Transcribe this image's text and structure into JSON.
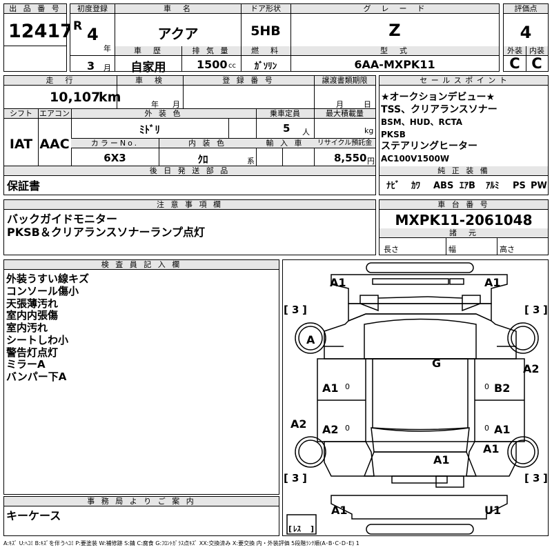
{
  "header": {
    "stock_no": {
      "label": "出 品 番 号",
      "value": "12417"
    },
    "first_reg": {
      "label": "初度登録",
      "era": "R",
      "year": "4",
      "year_unit": "年",
      "month": "3",
      "month_unit": "月"
    },
    "car_name": {
      "label": "車　名",
      "value": "アクア"
    },
    "door": {
      "label": "ドア形状",
      "value": "5HB"
    },
    "grade": {
      "label": "グ　レ　ー　ド",
      "value": "Z"
    },
    "score": {
      "label": "評価点",
      "value": "4"
    },
    "history": {
      "label": "車　歴",
      "value": "自家用"
    },
    "displacement": {
      "label": "排 気 量",
      "value": "1500",
      "unit": "cc"
    },
    "fuel": {
      "label": "燃　料",
      "value": "ｶﾞｿﾘﾝ"
    },
    "model": {
      "label": "型　式",
      "value": "6AA-MXPK11"
    },
    "exterior_grade": {
      "label": "外装",
      "value": "C"
    },
    "interior_grade": {
      "label": "内装",
      "value": "C"
    }
  },
  "info": {
    "mileage": {
      "label": "走　行",
      "value": "10,107",
      "unit": "km"
    },
    "inspection": {
      "label": "車　検",
      "year_unit": "年",
      "month_unit": "月"
    },
    "reg_no": {
      "label": "登 録 番 号"
    },
    "transfer_docs": {
      "label": "譲渡書類期限",
      "month_unit": "月",
      "day_unit": "日"
    },
    "shift": {
      "label": "シフト",
      "value": "IAT"
    },
    "aircon": {
      "label": "エアコン",
      "value": "AAC"
    },
    "ext_color": {
      "label": "外 装 色",
      "value": "ﾐﾄﾞﾘ"
    },
    "capacity": {
      "label": "乗車定員",
      "value": "5",
      "unit": "人"
    },
    "max_load": {
      "label": "最大積載量",
      "unit": "kg"
    },
    "color_no": {
      "label": "カラーNo.",
      "value": "6X3"
    },
    "int_color": {
      "label": "内 装 色",
      "value": "ｸﾛ",
      "unit": "系"
    },
    "import": {
      "label": "輸 入 車"
    },
    "recycle": {
      "label": "リサイクル預託金",
      "value": "8,550",
      "unit": "円"
    },
    "later_parts": {
      "label": "後 日 発 送 部 品",
      "value": "保証書"
    }
  },
  "sales_points": {
    "label": "セ ー ル ス ポ イ ン ト",
    "lines": [
      "★オークションデビュー★",
      "TSS、クリアランスソナー",
      "BSM、HUD、RCTA",
      "PKSB",
      "ステアリングヒーター",
      "AC100V1500W"
    ]
  },
  "equipment": {
    "label": "純 正 装 備",
    "items": [
      "ﾅﾋﾞ",
      "ｶﾜ",
      "ABS",
      "ｴｱB",
      "ｱﾙﾐ",
      "PS",
      "PW"
    ]
  },
  "notes": {
    "label": "注 意 事 項 欄",
    "lines": [
      "バックガイドモニター",
      "PKSB＆クリアランスソナーランプ点灯"
    ]
  },
  "chassis": {
    "label": "車 台 番 号",
    "value": "MXPK11-2061048",
    "spec_label": "諸　元",
    "length": "長さ",
    "width": "幅",
    "height": "高さ"
  },
  "inspector": {
    "label": "検 査 員 記 入 欄",
    "lines": [
      "外装うすい線キズ",
      "コンソール傷小",
      "天張薄汚れ",
      "室内内張傷",
      "室内汚れ",
      "シートしわ小",
      "警告灯点灯",
      "ミラーA",
      "バンパー下A"
    ]
  },
  "office": {
    "label": "事 務 局 よ り ご 案 内",
    "value": "キーケース"
  },
  "diagram": {
    "marks": [
      "A1",
      "A1",
      "A",
      "G",
      "A2",
      "A1",
      "B2",
      "A2",
      "A2",
      "A1",
      "A1",
      "A1",
      "A1",
      "U1"
    ],
    "tire_marks": [
      "3",
      "3",
      "3",
      "3"
    ],
    "spare_tire": "ﾚｽ",
    "interior_zeros": [
      "0",
      "0",
      "0",
      "0"
    ]
  },
  "legend": "A:ｷｽﾞ U:ﾍｺﾐ B:ｷｽﾞを伴うﾍｺﾐ P:要塗装 W:補修跡 S:錆 C:腐食 G:ﾌﾛﾝﾄｶﾞﾗｽ点ｷｽﾞ XX:交換済み X:要交換 内・外装評価 5段階ﾗﾝｸ順(A･B･C･D･E) 1"
}
